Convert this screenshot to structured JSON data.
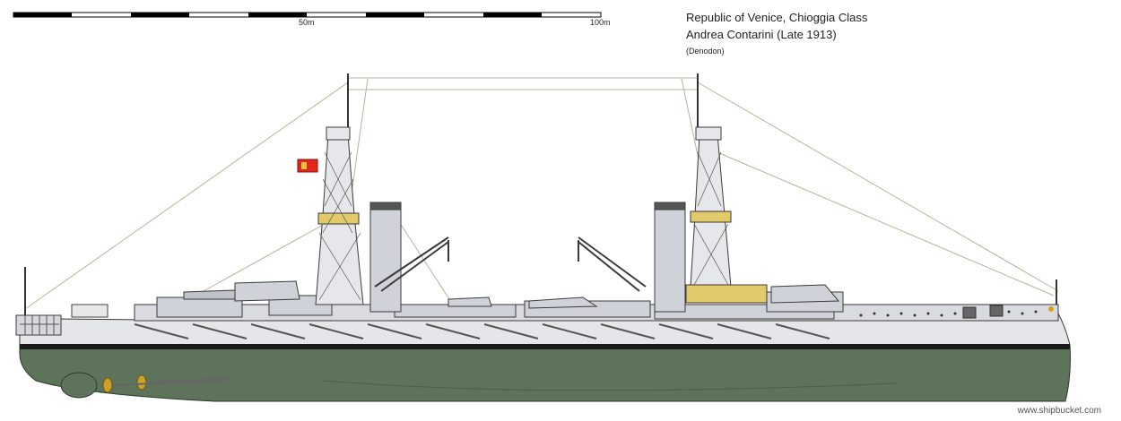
{
  "title": {
    "line1": "Republic of Venice, Chioggia Class",
    "line2": "Andrea Contarini (Late 1913)",
    "credit": "(Denodon)"
  },
  "scale": {
    "mid_label": "50m",
    "end_label": "100m"
  },
  "watermark": "www.shipbucket.com",
  "colors": {
    "hull_upper": "#e4e6ea",
    "hull_lower": "#5d735a",
    "boot_top": "#1b1b1b",
    "superstructure": "#cfd2d8",
    "outline": "#3a3a3a",
    "rigging": "#b9b39a",
    "flag": "#e3281b"
  }
}
